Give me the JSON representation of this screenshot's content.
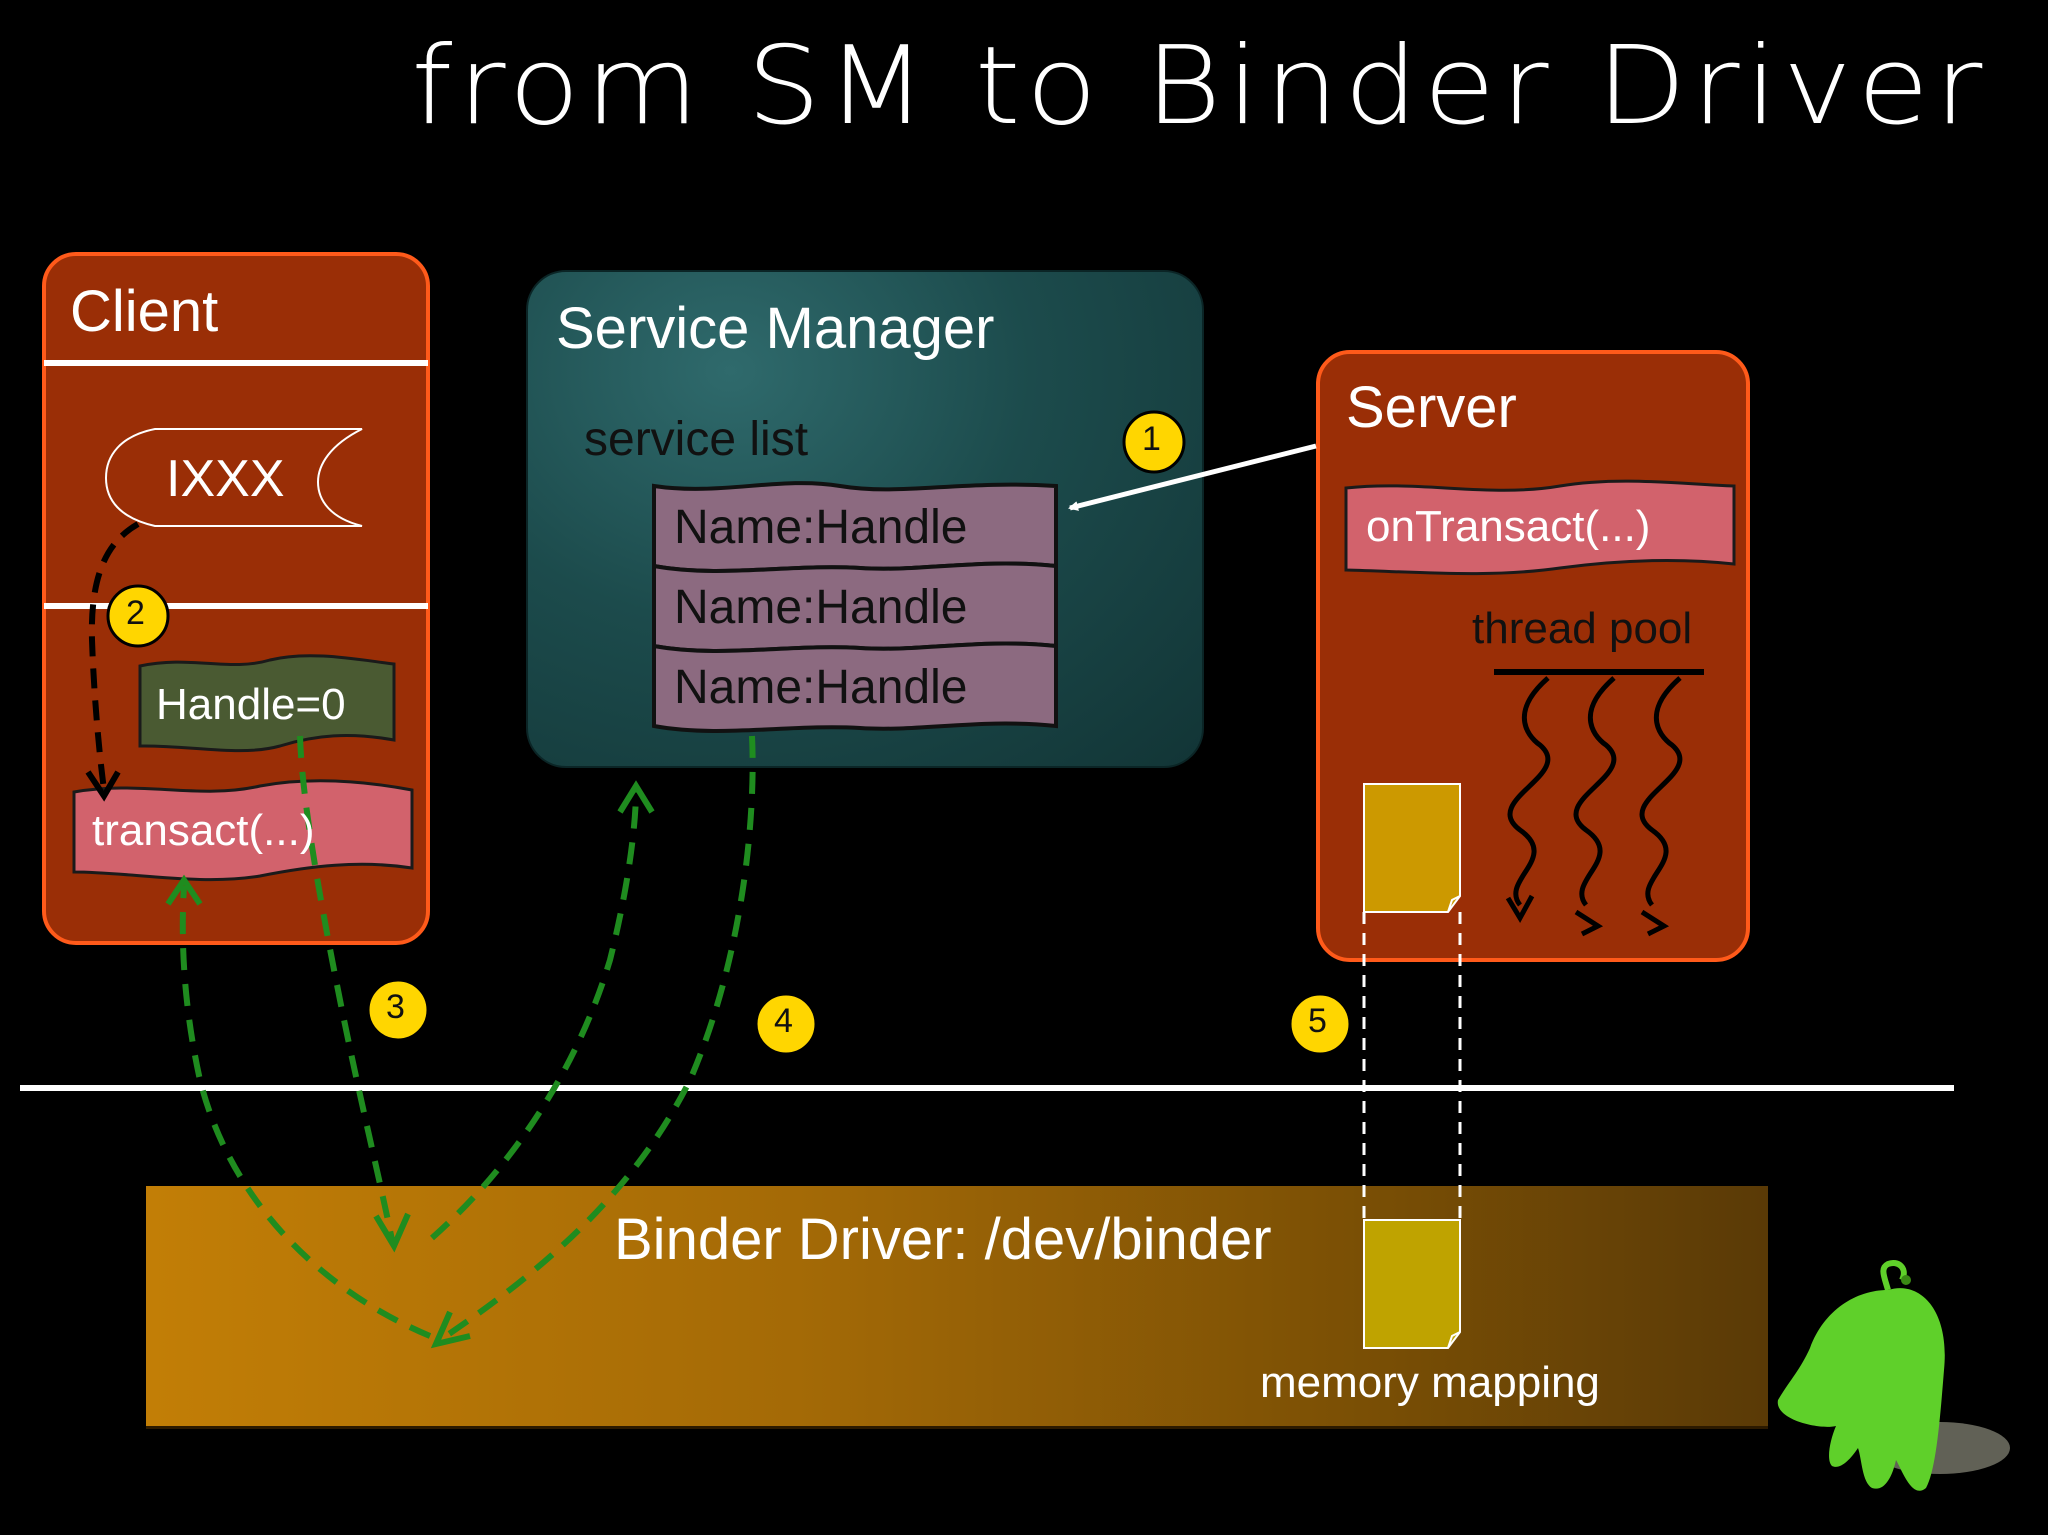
{
  "title": "from SM to Binder Driver",
  "client": {
    "title": "Client",
    "interface": "IXXX",
    "handle": "Handle=0",
    "call": "transact(...)"
  },
  "service_manager": {
    "title": "Service Manager",
    "list_label": "service list",
    "entries": [
      "Name:Handle",
      "Name:Handle",
      "Name:Handle"
    ]
  },
  "server": {
    "title": "Server",
    "callback": "onTransact(...)",
    "pool_label": "thread pool"
  },
  "driver": {
    "title": "Binder Driver: /dev/binder",
    "mapping_label": "memory mapping"
  },
  "steps": [
    "1",
    "2",
    "3",
    "4",
    "5"
  ],
  "colors": {
    "box_fill": "#9a2e06",
    "box_border": "#ff5a1a",
    "pink": "#d2626c",
    "mauve": "#8c6a80",
    "badge": "#ffd600",
    "green": "#1f8c1f",
    "page_yellow": "#cc9900"
  },
  "icons": [
    "android-mascot-icon"
  ]
}
